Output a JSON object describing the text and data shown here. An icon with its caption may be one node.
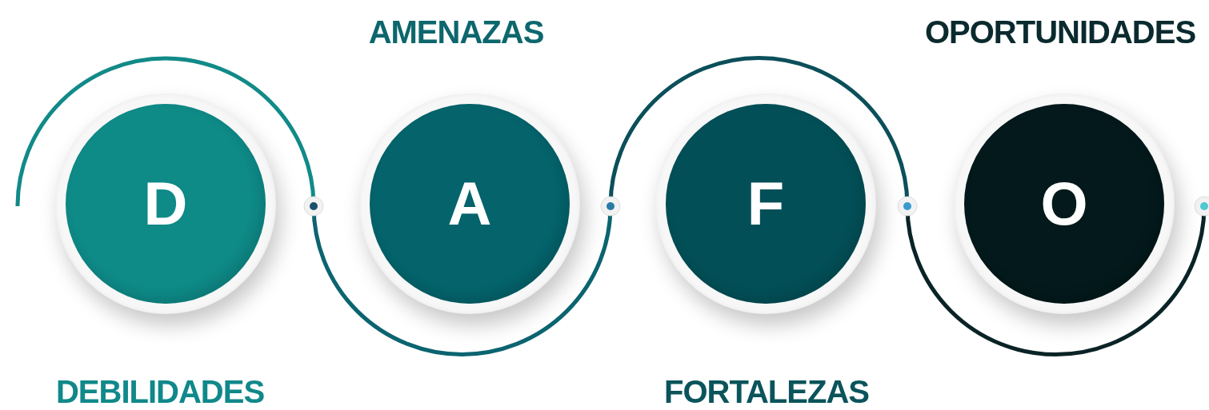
{
  "diagram": {
    "nodes": [
      {
        "text": [
          "D",
          "DEBILIDADES"
        ]
      },
      {
        "text": [
          "AMENAZAS",
          "A"
        ]
      },
      {
        "text": [
          "F",
          "FORTALEZAS"
        ]
      },
      {
        "text": [
          "OPORTUNIDADES",
          "O"
        ]
      }
    ]
  }
}
